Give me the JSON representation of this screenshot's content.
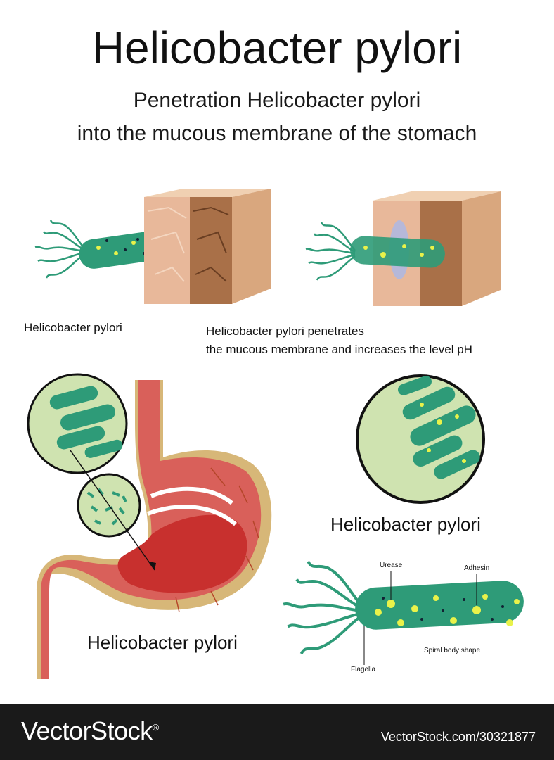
{
  "title": "Helicobacter pylori",
  "subtitle_line1": "Penetration Helicobacter pylori",
  "subtitle_line2": "into the mucous membrane of the stomach",
  "captions": {
    "bacterium": "Helicobacter pylori",
    "penetrates_line1": "Helicobacter pylori penetrates",
    "penetrates_line2": "the mucous membrane and increases the level pH",
    "magnified": "Helicobacter pylori",
    "stomach": "Helicobacter pylori"
  },
  "anatomy_labels": {
    "urease": "Urease",
    "adhesin": "Adhesin",
    "spiral": "Spiral body shape",
    "flagella": "Flagella"
  },
  "footer": {
    "brand": "VectorStock",
    "registered": "®",
    "url": "VectorStock.com/30321877"
  },
  "colors": {
    "bacteria_body": "#2e9b78",
    "bacteria_spot": "#e9f24a",
    "circle_bg": "#cfe3b0",
    "stomach_wall": "#d9605a",
    "stomach_outer": "#d7b778",
    "tissue": "#e8b89a",
    "footer_bg": "#1a1a1a"
  }
}
